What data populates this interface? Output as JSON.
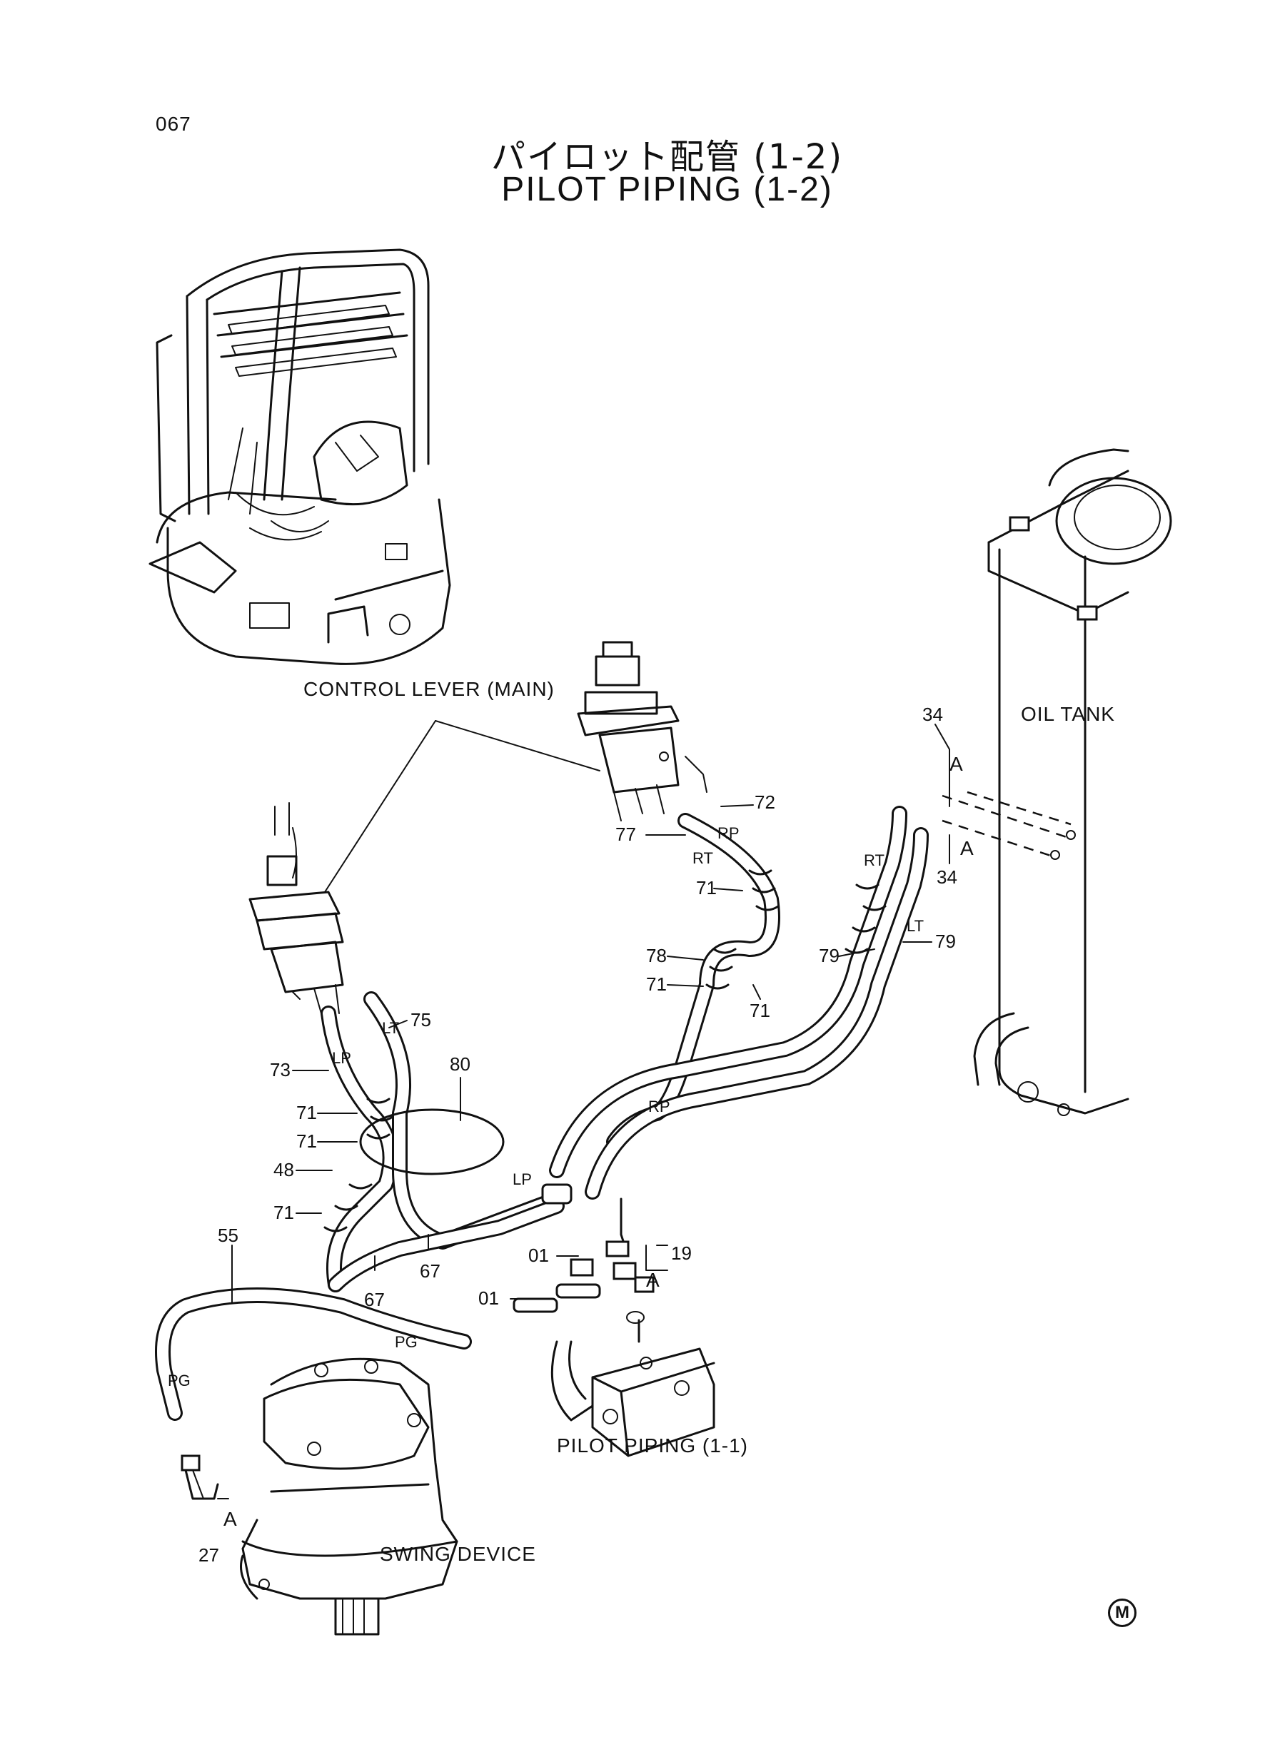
{
  "page": {
    "number": "067"
  },
  "title": {
    "jp": "パイロット配管 (1-2)",
    "en": "PILOT PIPING (1-2)"
  },
  "components": {
    "control_lever": "CONTROL LEVER (MAIN)",
    "oil_tank": "OIL TANK",
    "swing_device": "SWING DEVICE",
    "pilot_piping_ref": "PILOT PIPING (1-1)"
  },
  "part_numbers": {
    "p72": "72",
    "p77": "77",
    "p71a": "71",
    "p78": "78",
    "p71b": "71",
    "p71c": "71",
    "p79a": "79",
    "p79b": "79",
    "p34a": "34",
    "p34b": "34",
    "p75": "75",
    "p73": "73",
    "p80": "80",
    "p71d": "71",
    "p71e": "71",
    "p48": "48",
    "p71f": "71",
    "p55": "55",
    "p67a": "67",
    "p67b": "67",
    "p01a": "01",
    "p01b": "01",
    "p19": "19",
    "p27": "27"
  },
  "port_labels": {
    "rp1": "RP",
    "rt1": "RT",
    "rt2": "RT",
    "lt1": "LT",
    "lt2": "LT",
    "lp1": "LP",
    "lp2": "LP",
    "rp2": "RP",
    "pg1": "PG",
    "pg2": "PG"
  },
  "detail_marks": {
    "a1": "A",
    "a2": "A",
    "a3": "A",
    "a4": "A"
  },
  "maker_mark": "M"
}
